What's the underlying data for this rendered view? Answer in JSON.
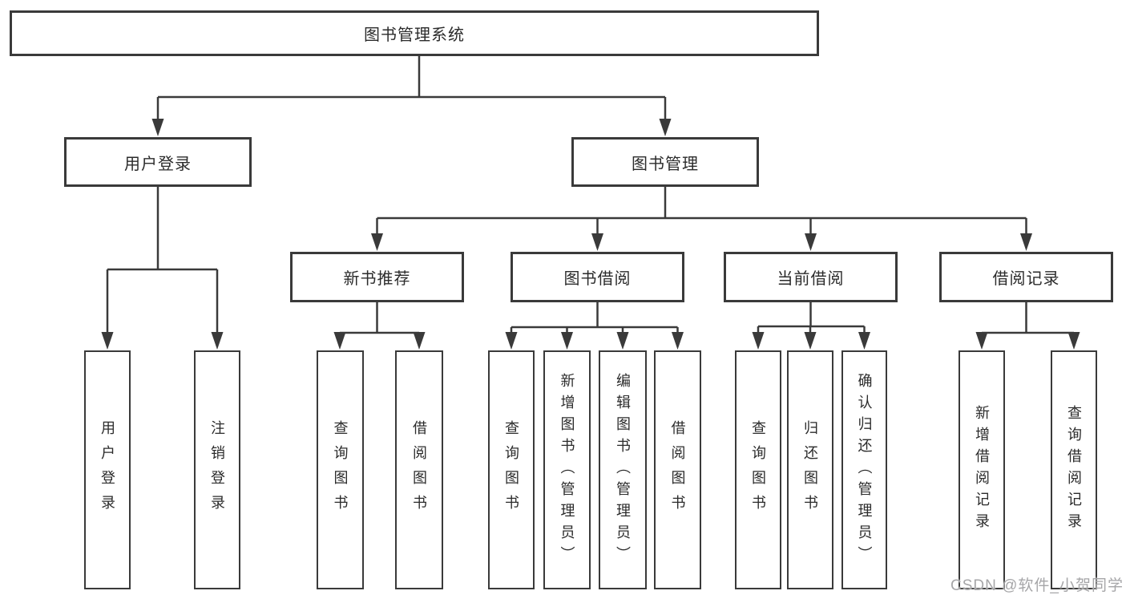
{
  "canvas": {
    "background": "#ffffff",
    "line_color": "#3a3a3a",
    "box_fill": "#ffffff",
    "text_color": "#2b2b2b",
    "watermark_color": "#a6a6a8"
  },
  "tree": {
    "label": "图书管理系统",
    "children": [
      {
        "label": "用户登录",
        "children": [
          {
            "label": "用户登录"
          },
          {
            "label": "注销登录"
          }
        ]
      },
      {
        "label": "图书管理",
        "children": [
          {
            "label": "新书推荐",
            "children": [
              {
                "label": "查询图书"
              },
              {
                "label": "借阅图书"
              }
            ]
          },
          {
            "label": "图书借阅",
            "children": [
              {
                "label": "查询图书"
              },
              {
                "label": "新增图书（管理员）"
              },
              {
                "label": "编辑图书（管理员）"
              },
              {
                "label": "借阅图书"
              }
            ]
          },
          {
            "label": "当前借阅",
            "children": [
              {
                "label": "查询图书"
              },
              {
                "label": "归还图书"
              },
              {
                "label": "确认归还（管理员）"
              }
            ]
          },
          {
            "label": "借阅记录",
            "children": [
              {
                "label": "新增借阅记录"
              },
              {
                "label": "查询借阅记录"
              }
            ]
          }
        ]
      }
    ]
  },
  "watermark": {
    "text": "CSDN @软件_小贺同学"
  }
}
